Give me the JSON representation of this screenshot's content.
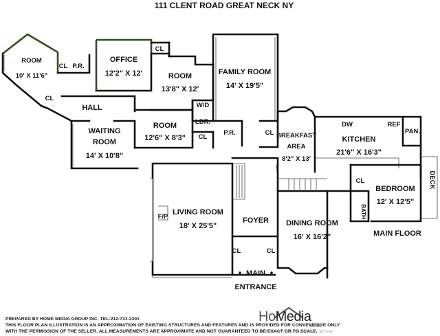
{
  "title": "111 CLENT ROAD GREAT NECK NY",
  "floor_label": "MAIN FLOOR",
  "rooms": {
    "room1": {
      "name": "ROOM",
      "dims": "10' X 11'6\""
    },
    "cl1": "CL",
    "pr1": "P.R.",
    "cl2": "CL",
    "office": {
      "name": "OFFICE",
      "dims": "12'2\" X 12'"
    },
    "cl3": "CL",
    "room2": {
      "name": "ROOM",
      "dims": "13'8\" X 12'"
    },
    "family": {
      "name": "FAMILY ROOM",
      "dims": "14' X 19'5\""
    },
    "hall": "HALL",
    "waiting": {
      "name1": "WAITING",
      "name2": "ROOM",
      "dims": "14' X 10'8\""
    },
    "room3": {
      "name": "ROOM",
      "dims": "12'6\" X 8'3\""
    },
    "wd": "W/D",
    "ldr": "LDR.",
    "cl4": "CL",
    "pr2": "P.R.",
    "cl5": "CL",
    "breakfast": {
      "name1": "BREAKFAST",
      "name2": "AREA",
      "dims": "8'2\" X 13'"
    },
    "kitchen": {
      "name": "KITCHEN",
      "dims": "21'6\" X 16'3\""
    },
    "dw": "DW",
    "ref": "REF",
    "pan": "PAN.",
    "deck": "DECK",
    "cl6": "CL",
    "bedroom": {
      "name": "BEDROOM",
      "dims": "12' X 12'5\""
    },
    "bath": "BATH",
    "living": {
      "name": "LIVING ROOM",
      "dims": "18' X 25'5\""
    },
    "fp": "F/P",
    "foyer": "FOYER",
    "dining": {
      "name": "DINING ROOM",
      "dims": "16' X 16'2\""
    },
    "cl7": "CL",
    "cl8": "CL",
    "main": "MAIN",
    "entrance": "ENTRANCE"
  },
  "footer": {
    "line1": "PREPARED BY HOME MEDIA GROUP INC. TEL:212-731-2301",
    "line2": "THIS FLOOR PLAN ILLUSTRATION IS AN APPROXIMATION OF EXISTING STRUCTURES AND FEATURES AND IS PROVIDED FOR CONVENIENCE ONLY",
    "line3": "WITH THE PERMISSION OF THE SELLER. ALL MEASUREMENTS ARE APPROXIMATE AND NOT GUARANTEED TO BE EXACT OR TO SCALE."
  },
  "logo": {
    "brand_ho": "Ho",
    "brand_media": "Media",
    "group": "GROUP",
    "tagline": "PHOTOGRAPHY | FLOOR PLAN | VIDEO | 3D TOUR"
  }
}
